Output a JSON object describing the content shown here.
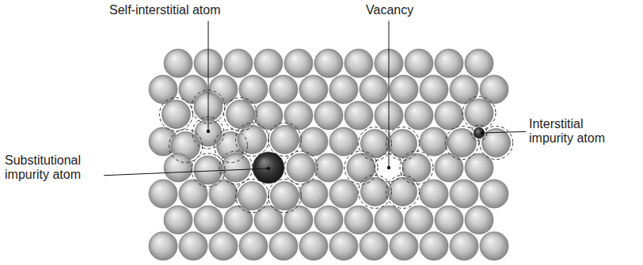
{
  "diagram": {
    "labels": [
      "Self-interstitial atom",
      "Vacancy",
      "Interstitial impurity atom",
      "Substitutional impurity atom"
    ]
  }
}
